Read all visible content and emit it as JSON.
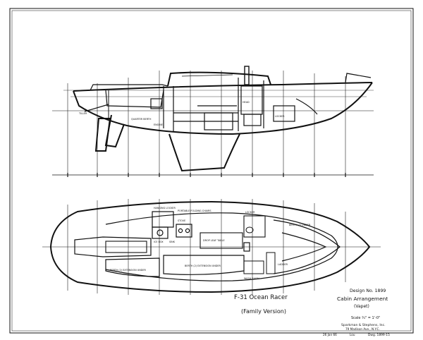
{
  "sheet": {
    "colors": {
      "paper": "#ffffff",
      "ink": "#111111"
    }
  },
  "profile_labels": {
    "tiller": "TILLER",
    "quarter_berth": "QUARTER BERTH",
    "engine": "ENGINE",
    "head": "HEAD",
    "locker": "LOCKER"
  },
  "plan_labels": {
    "hanging_locker": "HANGING LOCKER",
    "ice_box": "ICE BOX",
    "stove": "STOVE",
    "sink": "SINK",
    "portable_folding_chairs": "PORTABLE FOLDING CHAIRS",
    "drop_leaf_table": "DROP LEAF TABLE",
    "locker": "LOCKER",
    "berth_forward": "BERTH (2) UNDER",
    "berth_port": "BERTH (2) EXTENSION UNDER",
    "berth_stbd": "BERTH (2) EXTENSION UNDER",
    "wash_basin": "WASH BASIN",
    "ladder": "LADDER"
  },
  "caption": {
    "line1": "F-31 Ocean Racer",
    "line2": "(Family Version)"
  },
  "title_block": {
    "design_no": "Design No. 1899",
    "title": "Cabin Arrangement",
    "subtitle": "(Vapet)",
    "scale": "Scale ¾\" = 1'-0\"",
    "firm_line1": "Sparkman & Stephens, Inc.",
    "firm_line2": "79 Madison Ave., N.Y.C.",
    "date": "26 Jan 66",
    "drawn_by": "Lou",
    "dwg_no": "Dwg. 1899-15"
  }
}
